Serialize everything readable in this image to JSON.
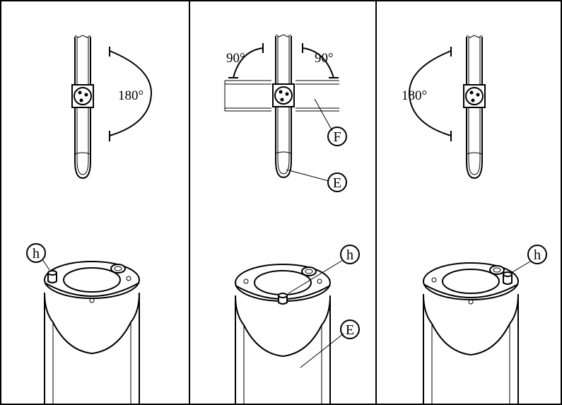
{
  "panels": [
    {
      "id": "left",
      "angle_label": "180°",
      "callouts": [
        "h"
      ]
    },
    {
      "id": "middle",
      "angle_labels": [
        "90°",
        "90°"
      ],
      "callouts": [
        "F",
        "E",
        "h",
        "E"
      ]
    },
    {
      "id": "right",
      "angle_label": "180°",
      "callouts": [
        "h"
      ]
    }
  ],
  "labels": {
    "angle_180": "180°",
    "angle_90": "90°",
    "F": "F",
    "E": "E",
    "h": "h"
  }
}
